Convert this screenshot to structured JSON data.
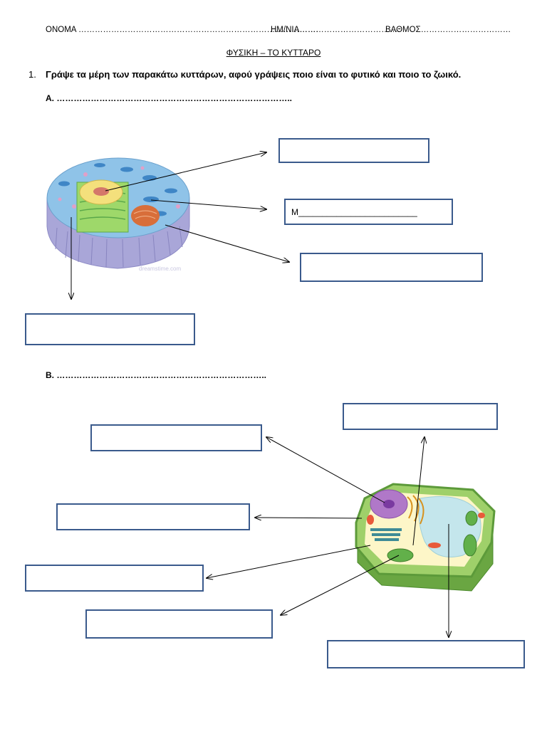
{
  "header": {
    "name_label": "ΟΝΟΜΑ",
    "name_dots": "…………………………………………………………………………….",
    "date_label": "ΗΜ/ΝΙΑ",
    "date_dots": "……………………………….",
    "grade_label": "ΒΑΘΜΟΣ",
    "grade_dots": "……………………………"
  },
  "title": "ΦΥΣΙΚΗ – ΤΟ ΚΥΤΤΑΡΟ",
  "question": {
    "number": "1.",
    "text": "Γράψε τα μέρη των παρακάτω κυττάρων, αφού γράψεις ποιο είναι το φυτικό και ποιο το ζωικό."
  },
  "section_a": {
    "label": "Α.",
    "dots": "……………………………………………………………………….."
  },
  "section_b": {
    "label": "Β.",
    "dots": "……………………………………………………………….."
  },
  "answer_prefill": "Μ_________________________",
  "watermark": "dreamstime.com",
  "colors": {
    "box_border": "#3a5a8c"
  }
}
